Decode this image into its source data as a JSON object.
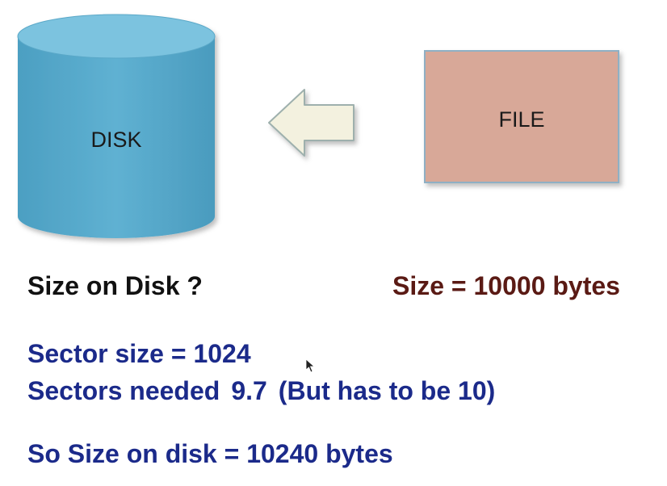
{
  "colors": {
    "disk_fill": "#5aadce",
    "disk_top": "#7cc3df",
    "file_fill": "#d8a898",
    "arrow_fill": "#f3f1df",
    "question": "#111111",
    "file_size": "#5a1a14",
    "answer_blue": "#1b2a8a"
  },
  "diagram": {
    "disk_label": "DISK",
    "file_label": "FILE",
    "arrow_icon": "left-arrow-icon"
  },
  "text": {
    "question": "Size on Disk ?",
    "file_size": "Size = 10000 bytes",
    "sector_size": "Sector size = 1024",
    "sectors_needed_label": "Sectors needed",
    "sectors_needed_value": "9.7",
    "sectors_needed_note": "(But has to be 10)",
    "result": "So Size on disk = 10240 bytes"
  }
}
